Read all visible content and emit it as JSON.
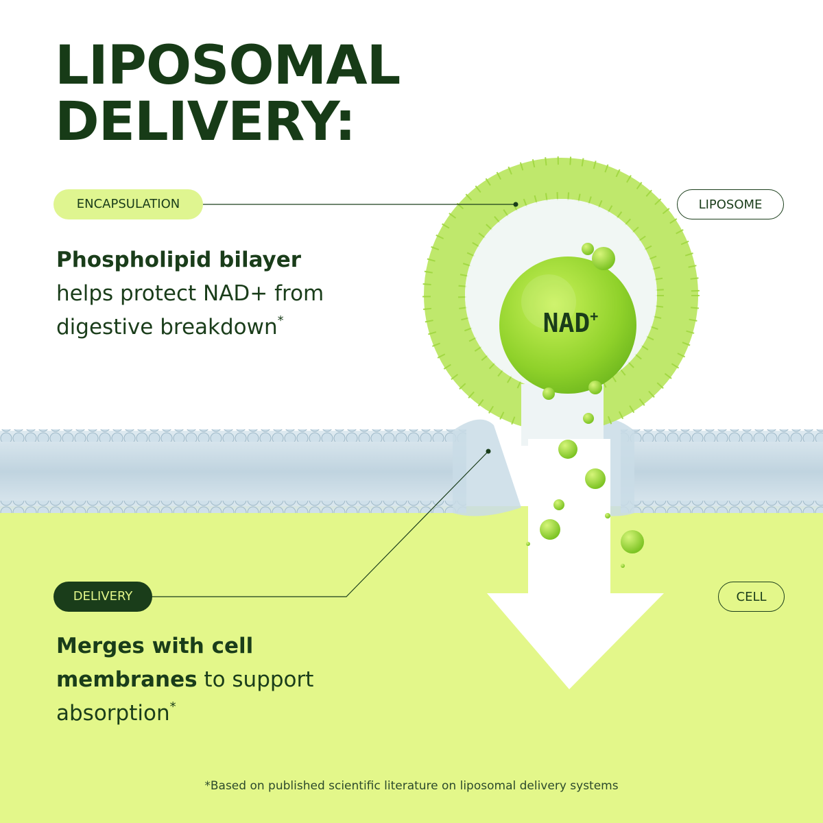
{
  "title": {
    "line1": "LIPOSOMAL",
    "line2": "DELIVERY:"
  },
  "labels": {
    "encapsulation": "ENCAPSULATION",
    "delivery": "DELIVERY",
    "liposome": "LIPOSOME",
    "cell": "CELL",
    "nad": "NAD",
    "nad_sup": "+"
  },
  "encapsulation_text": {
    "bold": "Phospholipid bilayer",
    "rest": " helps protect NAD+ from digestive breakdown",
    "asterisk": "*"
  },
  "delivery_text": {
    "bold": "Merges with cell membranes",
    "rest": " to support absorption",
    "asterisk": "*"
  },
  "footnote": "*Based on published scientific literature on liposomal delivery systems",
  "colors": {
    "dark_green": "#1a3d1a",
    "lime_background": "#e3f78a",
    "liposome_green": "#b8e65c",
    "membrane_blue": "#c5d9e4"
  },
  "icons": [
    "liposome-illustration",
    "cell-membrane-illustration",
    "down-arrow-icon",
    "nad-molecule"
  ]
}
